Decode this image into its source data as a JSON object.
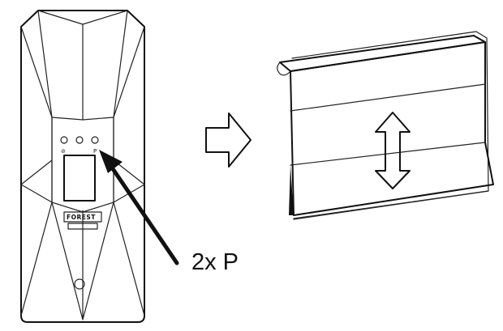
{
  "instruction": "2x P",
  "device": {
    "brand_label": "FOREST",
    "button_labels": [
      "⊘",
      "",
      "P"
    ]
  },
  "icons": {
    "device": "motor-device-icon",
    "pointer": "pointer-arrow-icon",
    "flow": "flow-arrow-icon",
    "curtain": "curtain-panel-icon",
    "updown": "up-down-arrow-icon"
  }
}
